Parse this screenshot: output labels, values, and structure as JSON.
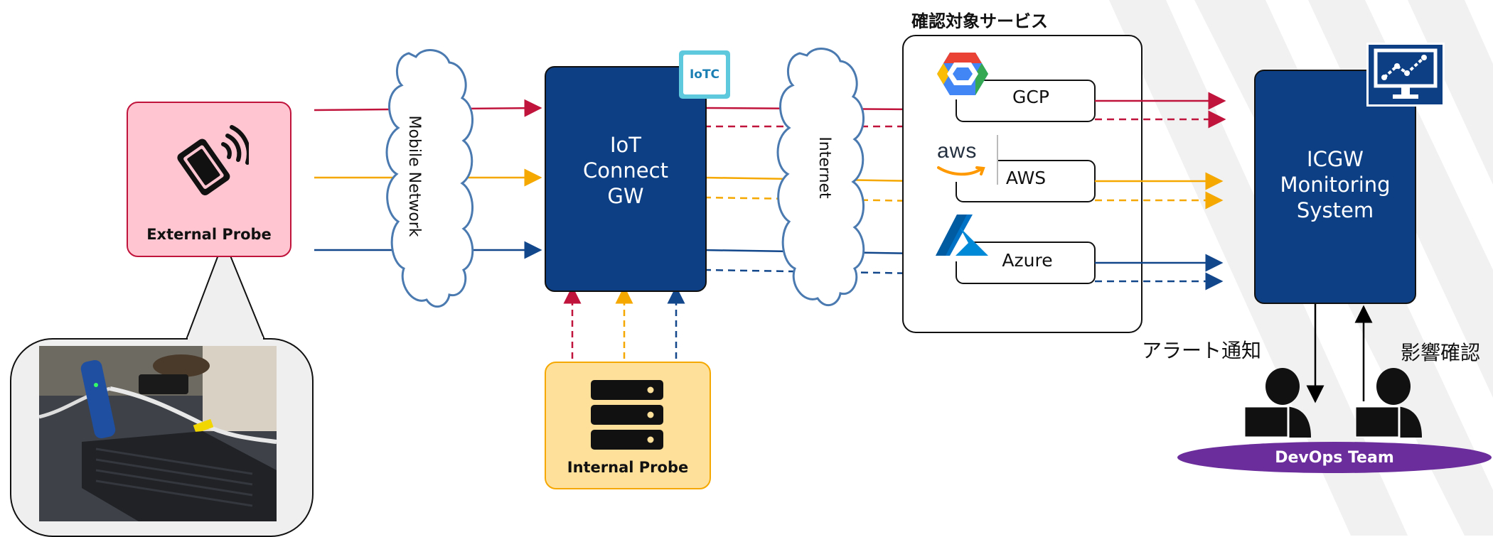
{
  "external_probe": {
    "label": "External Probe"
  },
  "mobile_network": {
    "label": "Mobile Network"
  },
  "iot_connect_gw": {
    "label": "IoT\nConnect\nGW",
    "badge": "IoTC"
  },
  "internal_probe": {
    "label": "Internal Probe"
  },
  "internet": {
    "label": "Internet"
  },
  "target_services": {
    "title": "確認対象サービス",
    "items": [
      {
        "label": "GCP",
        "icon": "gcp-hexagon-icon"
      },
      {
        "label": "AWS",
        "icon": "aws-logo-icon",
        "logo_text": "aws"
      },
      {
        "label": "Azure",
        "icon": "azure-logo-icon"
      }
    ]
  },
  "monitoring_system": {
    "label": "ICGW\nMonitoring\nSystem",
    "icon": "monitor-chart-icon"
  },
  "alert_label": "アラート通知",
  "impact_label": "影響確認",
  "devops_team": {
    "label": "DevOps Team"
  },
  "colors": {
    "red": "#c0143c",
    "orange": "#f5a800",
    "blue": "#12478c",
    "navy_box": "#0d3f84",
    "pink_box": "#ffc5d0",
    "yellow_box": "#ffe09b",
    "purple": "#6b2d9c",
    "cloud_stroke": "#4a7ab0"
  }
}
